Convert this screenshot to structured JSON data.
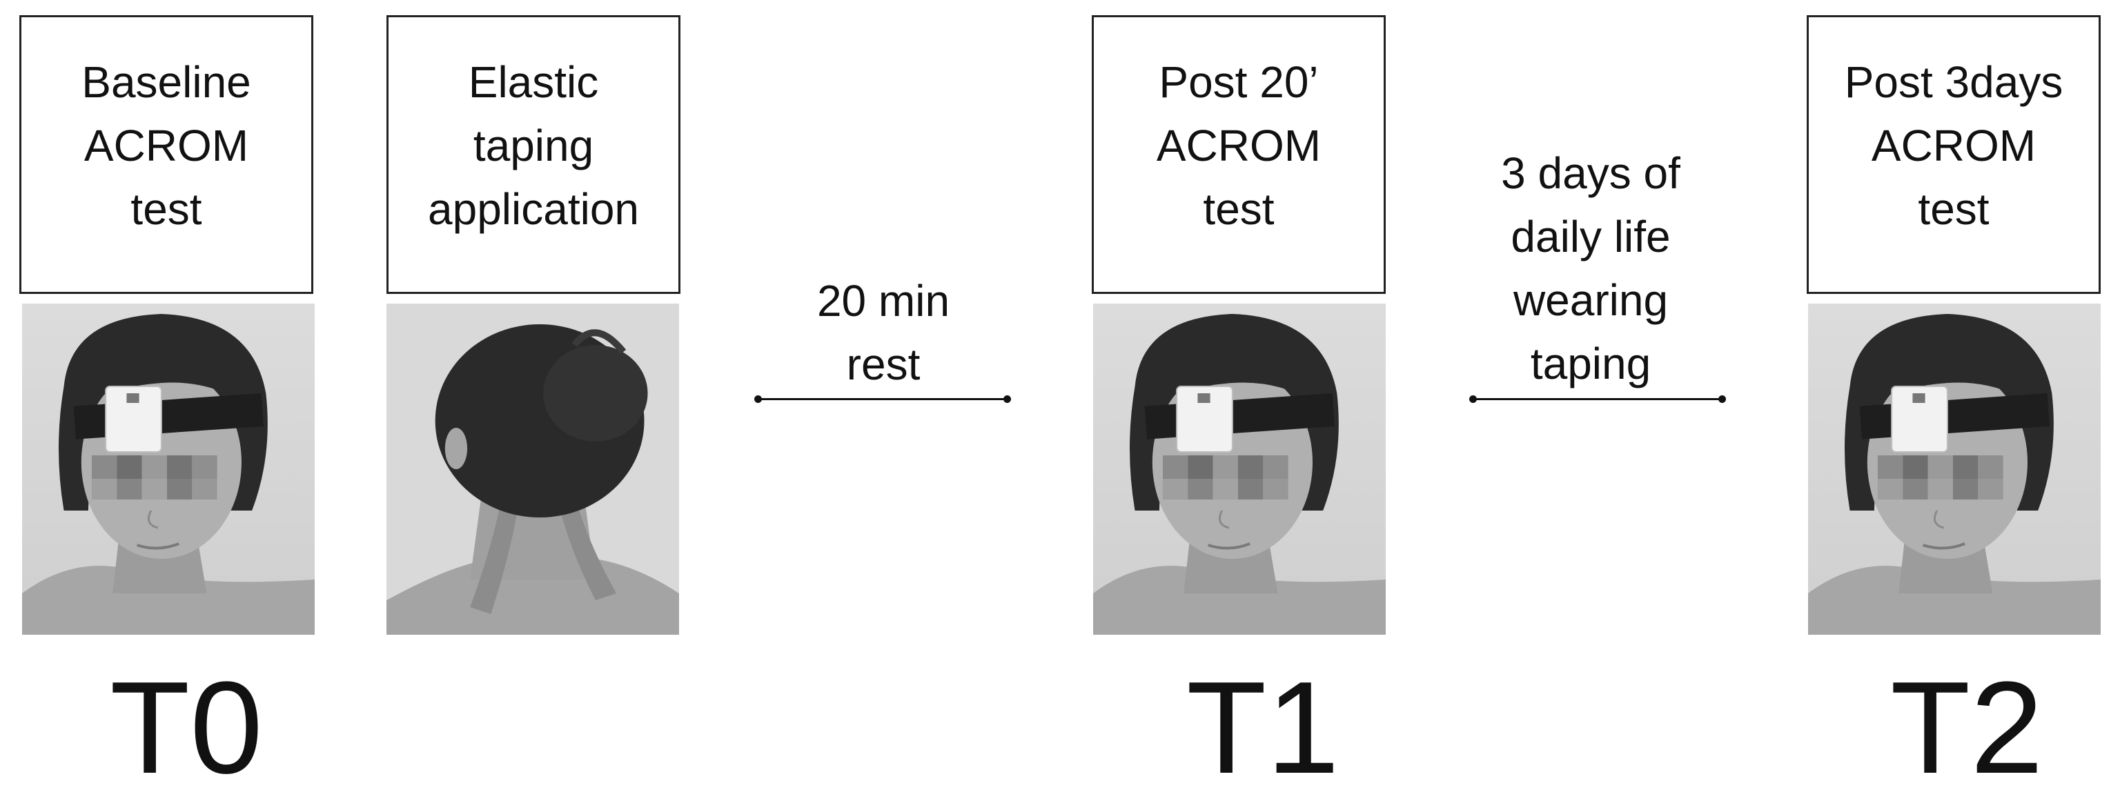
{
  "boxes": {
    "baseline": "Baseline\nACROM\ntest",
    "taping": "Elastic\ntaping\napplication",
    "post20": "Post 20’\nACROM\ntest",
    "post3days": "Post 3days\nACROM\ntest"
  },
  "intervals": {
    "rest": "20 min\nrest",
    "wearing": "3 days of\ndaily life\nwearing\ntaping"
  },
  "timepoints": {
    "t0": "T0",
    "t1": "T1",
    "t2": "T2"
  },
  "colors": {
    "photo_background": "#d9d9d9",
    "hair": "#2a2a2a",
    "skin": "#a8a8a8",
    "tape": "#8c8c8c",
    "sensor": "#f2f2f2",
    "strap": "#1e1e1e"
  }
}
